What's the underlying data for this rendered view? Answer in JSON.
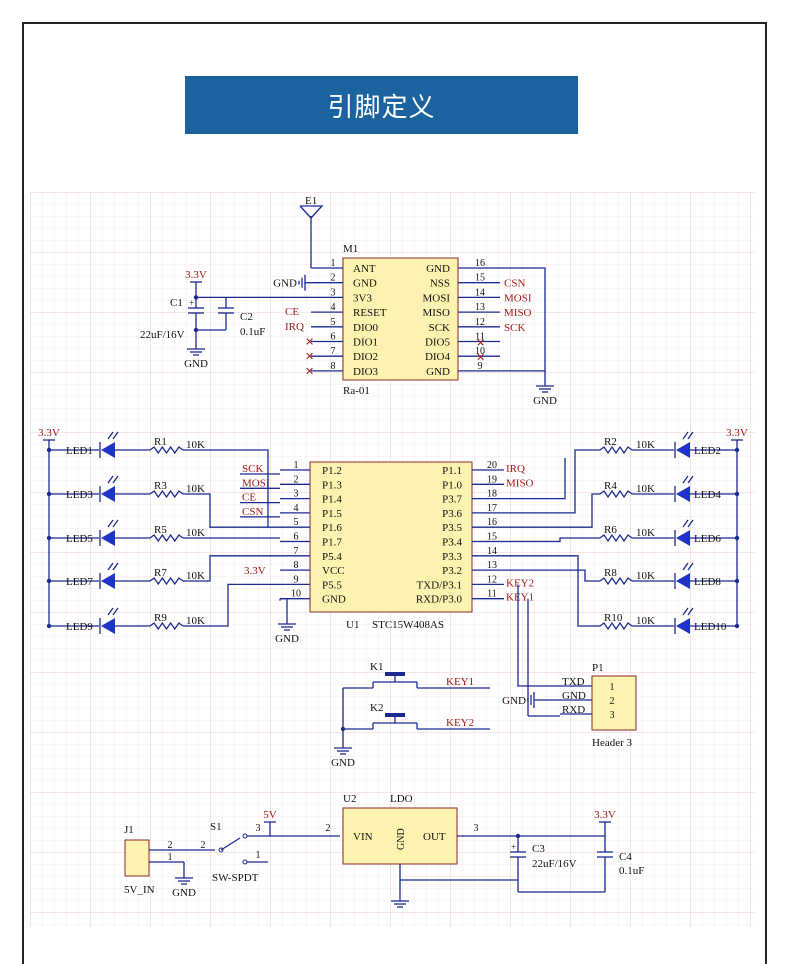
{
  "title": "引脚定义",
  "antenna": {
    "ref": "E1"
  },
  "module": {
    "ref": "M1",
    "part": "Ra-01",
    "left_pins": [
      {
        "num": "1",
        "name": "ANT"
      },
      {
        "num": "2",
        "name": "GND"
      },
      {
        "num": "3",
        "name": "3V3"
      },
      {
        "num": "4",
        "name": "RESET"
      },
      {
        "num": "5",
        "name": "DIO0"
      },
      {
        "num": "6",
        "name": "DIO1"
      },
      {
        "num": "7",
        "name": "DIO2"
      },
      {
        "num": "8",
        "name": "DIO3"
      }
    ],
    "right_pins": [
      {
        "num": "16",
        "name": "GND",
        "net": ""
      },
      {
        "num": "15",
        "name": "NSS",
        "net": "CSN"
      },
      {
        "num": "14",
        "name": "MOSI",
        "net": "MOSI"
      },
      {
        "num": "13",
        "name": "MISO",
        "net": "MISO"
      },
      {
        "num": "12",
        "name": "SCK",
        "net": "SCK"
      },
      {
        "num": "11",
        "name": "DIO5",
        "net": ""
      },
      {
        "num": "10",
        "name": "DIO4",
        "net": ""
      },
      {
        "num": "9",
        "name": "GND",
        "net": ""
      }
    ],
    "left_nets": {
      "gnd": "GND",
      "ce": "CE",
      "irq": "IRQ"
    }
  },
  "module_caps": {
    "c1": {
      "ref": "C1",
      "value": "22uF/16V"
    },
    "c2": {
      "ref": "C2",
      "value": "0.1uF"
    },
    "supply": "3.3V",
    "gnd": "GND"
  },
  "module_gnd": "GND",
  "mcu": {
    "ref": "U1",
    "part": "STC15W408AS",
    "left_pins": [
      {
        "num": "1",
        "name": "P1.2",
        "net": "SCK"
      },
      {
        "num": "2",
        "name": "P1.3",
        "net": "MOSI"
      },
      {
        "num": "3",
        "name": "P1.4",
        "net": "CE"
      },
      {
        "num": "4",
        "name": "P1.5",
        "net": "CSN"
      },
      {
        "num": "5",
        "name": "P1.6",
        "net": ""
      },
      {
        "num": "6",
        "name": "P1.7",
        "net": ""
      },
      {
        "num": "7",
        "name": "P5.4",
        "net": ""
      },
      {
        "num": "8",
        "name": "VCC",
        "net": "3.3V"
      },
      {
        "num": "9",
        "name": "P5.5",
        "net": ""
      },
      {
        "num": "10",
        "name": "GND",
        "net": ""
      }
    ],
    "right_pins": [
      {
        "num": "20",
        "name": "P1.1",
        "net": "IRQ"
      },
      {
        "num": "19",
        "name": "P1.0",
        "net": "MISO"
      },
      {
        "num": "18",
        "name": "P3.7",
        "net": ""
      },
      {
        "num": "17",
        "name": "P3.6",
        "net": ""
      },
      {
        "num": "16",
        "name": "P3.5",
        "net": ""
      },
      {
        "num": "15",
        "name": "P3.4",
        "net": ""
      },
      {
        "num": "14",
        "name": "P3.3",
        "net": ""
      },
      {
        "num": "13",
        "name": "P3.2",
        "net": ""
      },
      {
        "num": "12",
        "name": "TXD/P3.1",
        "net": "KEY2"
      },
      {
        "num": "11",
        "name": "RXD/P3.0",
        "net": "KEY1"
      }
    ],
    "gnd": "GND"
  },
  "leds_left": [
    {
      "led": "LED1",
      "res": "R1",
      "val": "10K"
    },
    {
      "led": "LED3",
      "res": "R3",
      "val": "10K"
    },
    {
      "led": "LED5",
      "res": "R5",
      "val": "10K"
    },
    {
      "led": "LED7",
      "res": "R7",
      "val": "10K"
    },
    {
      "led": "LED9",
      "res": "R9",
      "val": "10K"
    }
  ],
  "leds_right": [
    {
      "led": "LED2",
      "res": "R2",
      "val": "10K"
    },
    {
      "led": "LED4",
      "res": "R4",
      "val": "10K"
    },
    {
      "led": "LED6",
      "res": "R6",
      "val": "10K"
    },
    {
      "led": "LED8",
      "res": "R8",
      "val": "10K"
    },
    {
      "led": "LED10",
      "res": "R10",
      "val": "10K"
    }
  ],
  "led_supply_left": "3.3V",
  "led_supply_right": "3.3V",
  "keys": [
    {
      "ref": "K1",
      "net": "KEY1"
    },
    {
      "ref": "K2",
      "net": "KEY2"
    }
  ],
  "keys_gnd": "GND",
  "header": {
    "ref": "P1",
    "part": "Header 3",
    "pins": [
      "1",
      "2",
      "3"
    ],
    "nets": [
      "TXD",
      "GND",
      "RXD"
    ],
    "gnd": "GND"
  },
  "power": {
    "j1": {
      "ref": "J1",
      "label": "5V_IN",
      "pins": [
        "2",
        "1"
      ]
    },
    "j1_gnd": "GND",
    "s1": {
      "ref": "S1",
      "part": "SW-SPDT",
      "pins": [
        "2",
        "3",
        "1"
      ]
    },
    "vin_net": "5V",
    "ldo": {
      "ref": "U2",
      "part": "LDO",
      "vin": "VIN",
      "gnd": "GND",
      "out": "OUT",
      "pin_vin": "2",
      "pin_out": "3"
    },
    "c3": {
      "ref": "C3",
      "value": "22uF/16V"
    },
    "c4": {
      "ref": "C4",
      "value": "0.1uF"
    },
    "vout_net": "3.3V"
  },
  "colors": {
    "wire": "#1a2a8f",
    "body": "#fdf3b0",
    "body_border": "#8a2a2a",
    "net": "#a01a1a",
    "banner": "#1a639f",
    "text": "#111111"
  }
}
